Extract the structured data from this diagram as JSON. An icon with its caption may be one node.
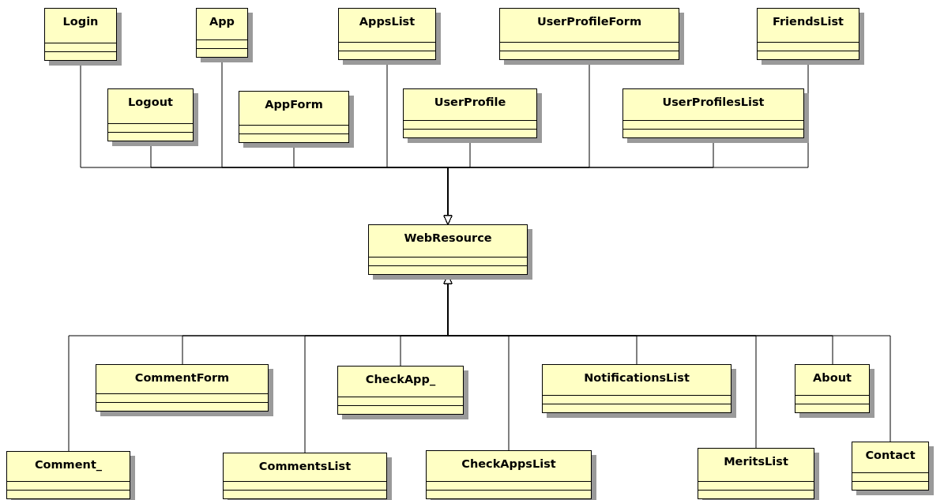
{
  "diagram": {
    "nodes": [
      {
        "text": [
          "Login"
        ]
      },
      {
        "text": [
          "Logout"
        ]
      },
      {
        "text": [
          "App"
        ]
      },
      {
        "text": [
          "AppForm"
        ]
      },
      {
        "text": [
          "AppsList"
        ]
      },
      {
        "text": [
          "UserProfile"
        ]
      },
      {
        "text": [
          "UserProfileForm"
        ]
      },
      {
        "text": [
          "UserProfilesList"
        ]
      },
      {
        "text": [
          "FriendsList"
        ]
      },
      {
        "text": [
          "WebResource"
        ]
      },
      {
        "text": [
          "Comment_"
        ]
      },
      {
        "text": [
          "CommentForm"
        ]
      },
      {
        "text": [
          "CommentsList"
        ]
      },
      {
        "text": [
          "CheckApp_"
        ]
      },
      {
        "text": [
          "CheckAppsList"
        ]
      },
      {
        "text": [
          "NotificationsList"
        ]
      },
      {
        "text": [
          "MeritsList"
        ]
      },
      {
        "text": [
          "About"
        ]
      },
      {
        "text": [
          "Contact"
        ]
      }
    ],
    "edges": [
      {
        "from": 0,
        "to": 9,
        "arrow": "to"
      },
      {
        "from": 1,
        "to": 9,
        "arrow": "to"
      },
      {
        "from": 2,
        "to": 9,
        "arrow": "to"
      },
      {
        "from": 3,
        "to": 9,
        "arrow": "to"
      },
      {
        "from": 4,
        "to": 9,
        "arrow": "to"
      },
      {
        "from": 5,
        "to": 9,
        "arrow": "to"
      },
      {
        "from": 6,
        "to": 9,
        "arrow": "to"
      },
      {
        "from": 7,
        "to": 9,
        "arrow": "to"
      },
      {
        "from": 8,
        "to": 9,
        "arrow": "to"
      },
      {
        "from": 10,
        "to": 9,
        "arrow": "to"
      },
      {
        "from": 11,
        "to": 9,
        "arrow": "to"
      },
      {
        "from": 12,
        "to": 9,
        "arrow": "to"
      },
      {
        "from": 13,
        "to": 9,
        "arrow": "to"
      },
      {
        "from": 14,
        "to": 9,
        "arrow": "to"
      },
      {
        "from": 15,
        "to": 9,
        "arrow": "to"
      },
      {
        "from": 16,
        "to": 9,
        "arrow": "to"
      },
      {
        "from": 17,
        "to": 9,
        "arrow": "to"
      },
      {
        "from": 18,
        "to": 9,
        "arrow": "to"
      }
    ]
  }
}
